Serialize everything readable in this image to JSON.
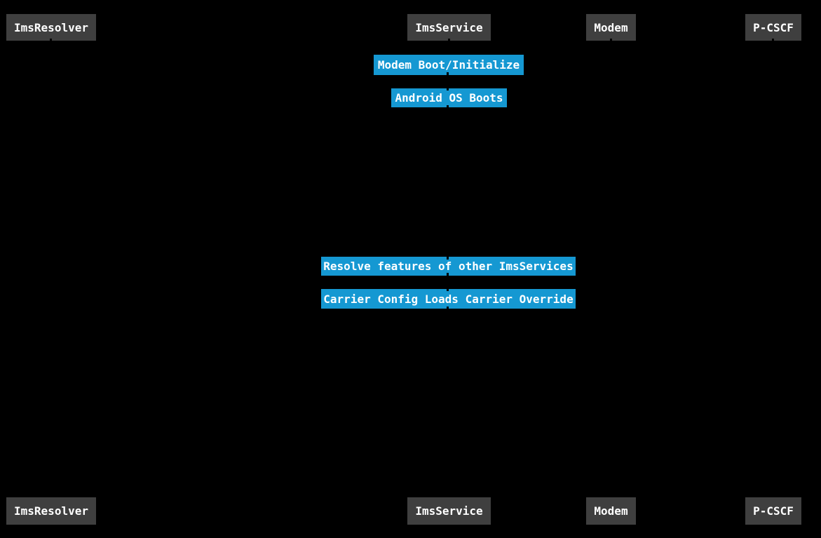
{
  "diagram": {
    "kind": "sequence-diagram",
    "colors": {
      "background": "#000000",
      "actor_fill": "#3f3f3f",
      "actor_text": "#ffffff",
      "note_fill": "#1598d2",
      "note_text": "#ffffff"
    }
  },
  "participants": [
    {
      "label": "ImsResolver"
    },
    {
      "label": "ImsService"
    },
    {
      "label": "Modem"
    },
    {
      "label": "P-CSCF"
    }
  ],
  "notes": [
    {
      "label": "Modem Boot/Initialize"
    },
    {
      "label": "Android OS Boots"
    },
    {
      "label": "Resolve features of other ImsServices"
    },
    {
      "label": "Carrier Config Loads Carrier Override"
    }
  ]
}
